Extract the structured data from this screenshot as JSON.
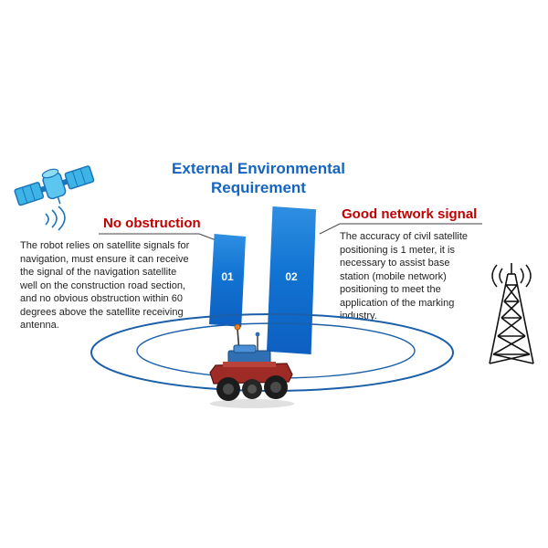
{
  "title": "External Environmental Requirement",
  "left_section": {
    "heading": "No obstruction",
    "body": "The robot relies on satellite signals for navigation, must ensure it can receive the signal of the navigation satellite well on the construction road section, and no obvious obstruction within 60 degrees above the satellite receiving antenna."
  },
  "right_section": {
    "heading": "Good network signal",
    "body": "The accuracy of civil satellite positioning is 1 meter, it is necessary to assist base station (mobile network) positioning to meet the application of the marking industry."
  },
  "steps": [
    {
      "number": "01"
    },
    {
      "number": "02"
    }
  ],
  "icons": {
    "satellite": "satellite-icon",
    "tower": "radio-tower-icon",
    "robot": "robot-illustration"
  },
  "colors": {
    "title_blue": "#1565c0",
    "heading_red": "#c00000",
    "bar_blue": "#1173d2",
    "ellipse_blue": "#1b5fa8"
  }
}
